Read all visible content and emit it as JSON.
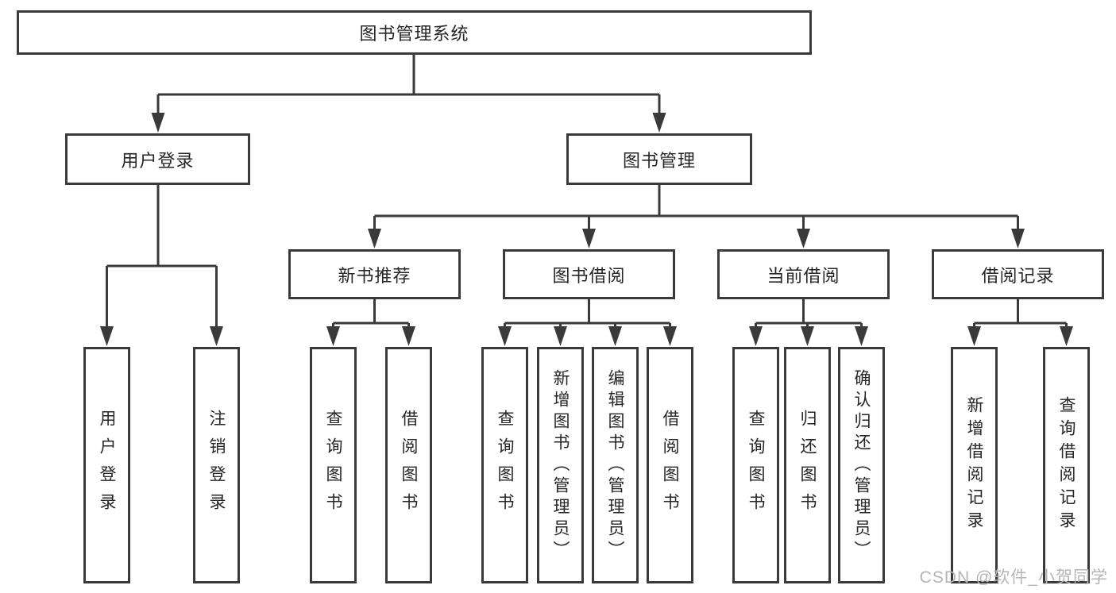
{
  "diagram": {
    "root": {
      "label": "图书管理系统"
    },
    "level2": [
      {
        "label": "用户登录"
      },
      {
        "label": "图书管理"
      }
    ],
    "level3": [
      {
        "label": "新书推荐"
      },
      {
        "label": "图书借阅"
      },
      {
        "label": "当前借阅"
      },
      {
        "label": "借阅记录"
      }
    ],
    "leaves": {
      "user": [
        {
          "label": "用户登录"
        },
        {
          "label": "注销登录"
        }
      ],
      "newbook": [
        {
          "label": "查询图书"
        },
        {
          "label": "借阅图书"
        }
      ],
      "borrow": [
        {
          "label": "查询图书"
        },
        {
          "label": "新增图书（管理员）"
        },
        {
          "label": "编辑图书（管理员）"
        },
        {
          "label": "借阅图书"
        }
      ],
      "current": [
        {
          "label": "查询图书"
        },
        {
          "label": "归还图书"
        },
        {
          "label": "确认归还（管理员）"
        }
      ],
      "records": [
        {
          "label": "新增借阅记录"
        },
        {
          "label": "查询借阅记录"
        }
      ]
    }
  },
  "watermark": {
    "text": "CSDN @软件_小贺同学"
  },
  "colors": {
    "line": "#3a3a3a",
    "text": "#262626",
    "background": "#ffffff",
    "watermark": "#b5b5b5"
  }
}
